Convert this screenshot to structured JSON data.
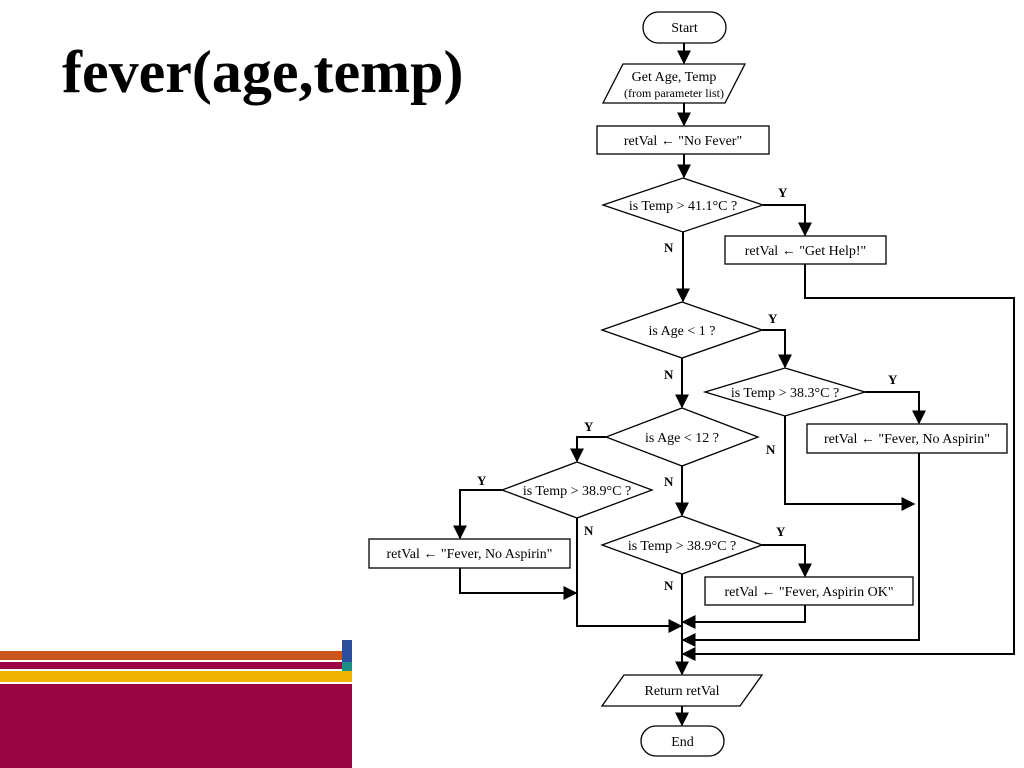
{
  "slide": {
    "title": "fever(age,temp)",
    "colors": {
      "band_orange": "#c8561e",
      "band_maroon": "#9b0543",
      "band_yellow": "#f0b400",
      "band_blue": "#2a4f9c",
      "band_teal": "#1f8f86"
    }
  },
  "flowchart": {
    "start": "Start",
    "input_line1": "Get Age, Temp",
    "input_line2": "(from parameter list)",
    "init": "retVal  ←  \"No Fever\"",
    "dec_temp41": "is Temp > 41.1°C ?",
    "proc_help": "retVal  ←  \"Get Help!\"",
    "dec_age1": "is Age < 1 ?",
    "dec_temp383": "is Temp > 38.3°C ?",
    "proc_noasp_a": "retVal ← \"Fever, No Aspirin\"",
    "dec_age12": "is Age < 12 ?",
    "dec_temp389_left": "is Temp > 38.9°C ?",
    "proc_noasp_b": "retVal ← \"Fever, No Aspirin\"",
    "dec_temp389_mid": "is Temp > 38.9°C ?",
    "proc_aspok": "retVal ← \"Fever, Aspirin OK\"",
    "output": "Return retVal",
    "end": "End",
    "yes": "Y",
    "no": "N"
  }
}
